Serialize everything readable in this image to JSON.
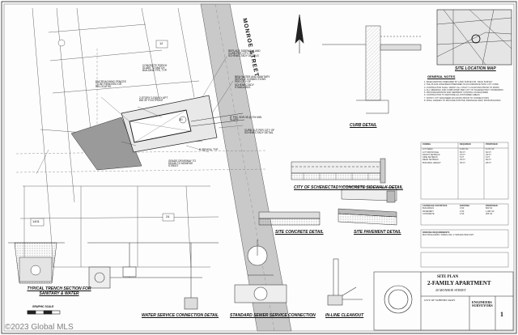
{
  "street_name": "MONROE STREET",
  "lot_numbers": [
    "12",
    "20",
    "24"
  ],
  "lot_ref": "1401",
  "labels": {
    "plan_notes": [
      "REPLACE SIDEWALK AND CURB PER CITY OF SCHENECTADY DETAILS",
      "NEW WATER AND SANITARY SERVICE CONNECTIONS PER CITY OF SCHENECTADY STANDARDS",
      "2-STORY 2-FAMILY APT 800 SF FOOTPRINT",
      "CURB CUT PER CITY OF SCHENECTADY DETAIL",
      "GRADE DRIVEWAY TO DRAIN TO MONROE STREET",
      "ENCROACHING FENCES TO BE REMOVED OR RELOCATED",
      "CONCRETE PORCH SLABS TO MATCH BUILDING FFE, TYP.",
      "6\" PVC SDR-35 @ 2% MIN. SLOPE",
      "6\" REVEAL TYP."
    ]
  },
  "details": {
    "curb": "CURB DETAIL",
    "sidewalk": "CITY OF SCHENECTADY CONCRETE SIDEWALK DETAIL",
    "site_concrete": "SITE CONCRETE DETAIL",
    "site_pavement": "SITE PAVEMENT DETAIL",
    "trench": "TYPICAL TRENCH SECTION FOR SANITARY & WATER",
    "water": "WATER SERVICE CONNECTION DETAIL",
    "sewer": "STANDARD SEWER SERVICE CONNECTION",
    "cleanout": "IN-LINE CLEANOUT",
    "location_map": "SITE LOCATION MAP",
    "scale": "GRAPHIC SCALE"
  },
  "general_notes": {
    "title": "GENERAL NOTES",
    "items": [
      "1. BASE MAPPING PREPARED BY LAND SURVEYOR, FIELD SURVEY",
      "2. THE PLANS HAVE BEEN PREPARED IN ACCORDANCE WITH CITY CODE",
      "3. CONTRACTOR SHALL VERIFY ALL UTILITY LOCATIONS PRIOR TO WORK",
      "4. ALL SIDEWALK AND CURB WORK PER CITY OF SCHENECTADY STANDARDS",
      "5. PROVIDE EROSION AND SEDIMENT CONTROL AS REQUIRED",
      "6. CONTRACTOR TO RESTORE ALL DISTURBED AREAS",
      "7. NOTIFY CITY ENGINEER 48 HOURS PRIOR TO CONNECTIONS",
      "8. FINAL GRADES TO PROVIDE POSITIVE DRAINAGE AWAY FROM BUILDING"
    ]
  },
  "zoning": {
    "title": "ZONING",
    "headers": [
      "",
      "REQUIRED",
      "PROPOSED"
    ],
    "rows": [
      [
        "LOT AREA",
        "5,000 SF",
        "6,374 SF"
      ],
      [
        "LOT FRONTAGE",
        "50 FT",
        "60 FT"
      ],
      [
        "FRONT SETBACK",
        "15 FT",
        "18 FT"
      ],
      [
        "SIDE SETBACK",
        "5 FT",
        "6 FT"
      ],
      [
        "REAR SETBACK",
        "25 FT",
        "56 FT"
      ],
      [
        "BUILDING HEIGHT",
        "35 FT",
        "28 FT"
      ]
    ]
  },
  "coverage": {
    "title": "COVERAGE STATISTICS",
    "headers": [
      "",
      "EXISTING",
      "PROPOSED"
    ],
    "rows": [
      [
        "BUILDINGS",
        "0 SF",
        "800 SF"
      ],
      [
        "PAVEMENT",
        "0 SF",
        "1,084 SF"
      ],
      [
        "CONCRETE",
        "0 SF",
        "206 SF"
      ]
    ]
  },
  "parking": {
    "title": "PARKING REQUIREMENTS",
    "row": "MULTIPLE-FAMILY DWELLING: 2 SPACES PER UNIT"
  },
  "title_block": {
    "sheet_title": "SITE PLAN",
    "project": "2-FAMILY APARTMENT",
    "address": "20 MONROE STREET",
    "city": "CITY OF SCHENECTADY",
    "firm": "ENGINEERS SURVEYORS",
    "sheet_no": "1"
  },
  "watermark": "©2023 Global MLS"
}
